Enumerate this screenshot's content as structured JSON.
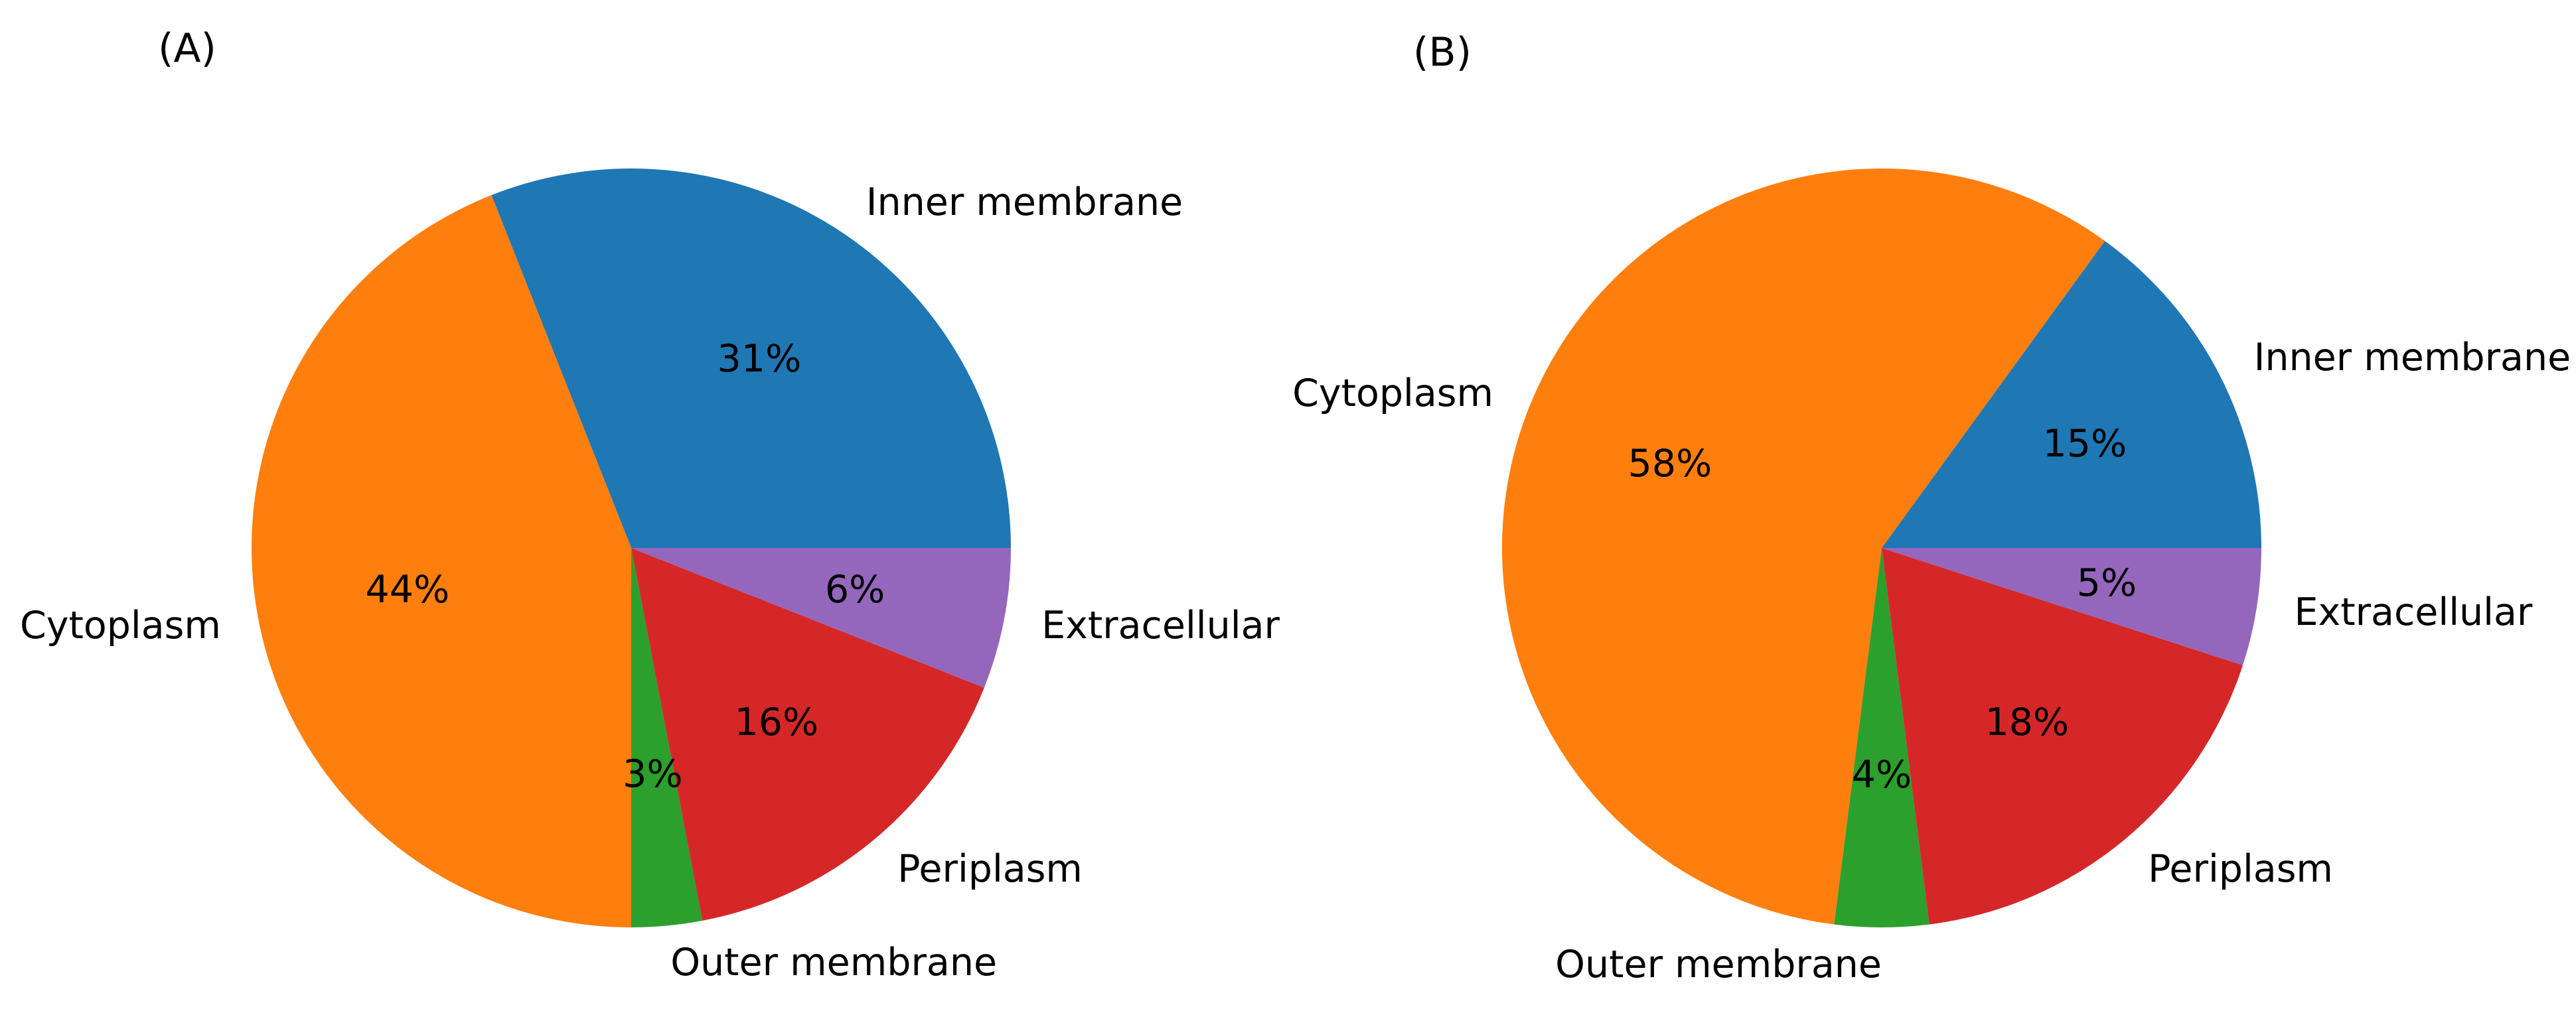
{
  "figure": {
    "background": "#ffffff",
    "text_color": "#000000"
  },
  "chart_data": [
    {
      "type": "pie",
      "panel": "(A)",
      "start_angle_deg": 0,
      "direction": "counterclockwise",
      "grid": false,
      "legend_position": "none",
      "label_distance": 1.1,
      "pct_distance": 0.6,
      "labels": [
        "Inner membrane",
        "Cytoplasm",
        "Outer membrane",
        "Periplasm",
        "Extracellular"
      ],
      "values": [
        31,
        44,
        3,
        16,
        6
      ],
      "pct_labels": [
        "31%",
        "44%",
        "3%",
        "16%",
        "6%"
      ],
      "colors": [
        "#1f77b4",
        "#ff7f0e",
        "#2ca02c",
        "#d62728",
        "#9467bd"
      ]
    },
    {
      "type": "pie",
      "panel": "(B)",
      "start_angle_deg": 0,
      "direction": "counterclockwise",
      "grid": false,
      "legend_position": "none",
      "label_distance": 1.1,
      "pct_distance": 0.6,
      "labels": [
        "Inner membrane",
        "Cytoplasm",
        "Outer membrane",
        "Periplasm",
        "Extracellular"
      ],
      "values": [
        15,
        58,
        4,
        18,
        5
      ],
      "pct_labels": [
        "15%",
        "58%",
        "4%",
        "18%",
        "5%"
      ],
      "colors": [
        "#1f77b4",
        "#ff7f0e",
        "#2ca02c",
        "#d62728",
        "#9467bd"
      ]
    }
  ]
}
